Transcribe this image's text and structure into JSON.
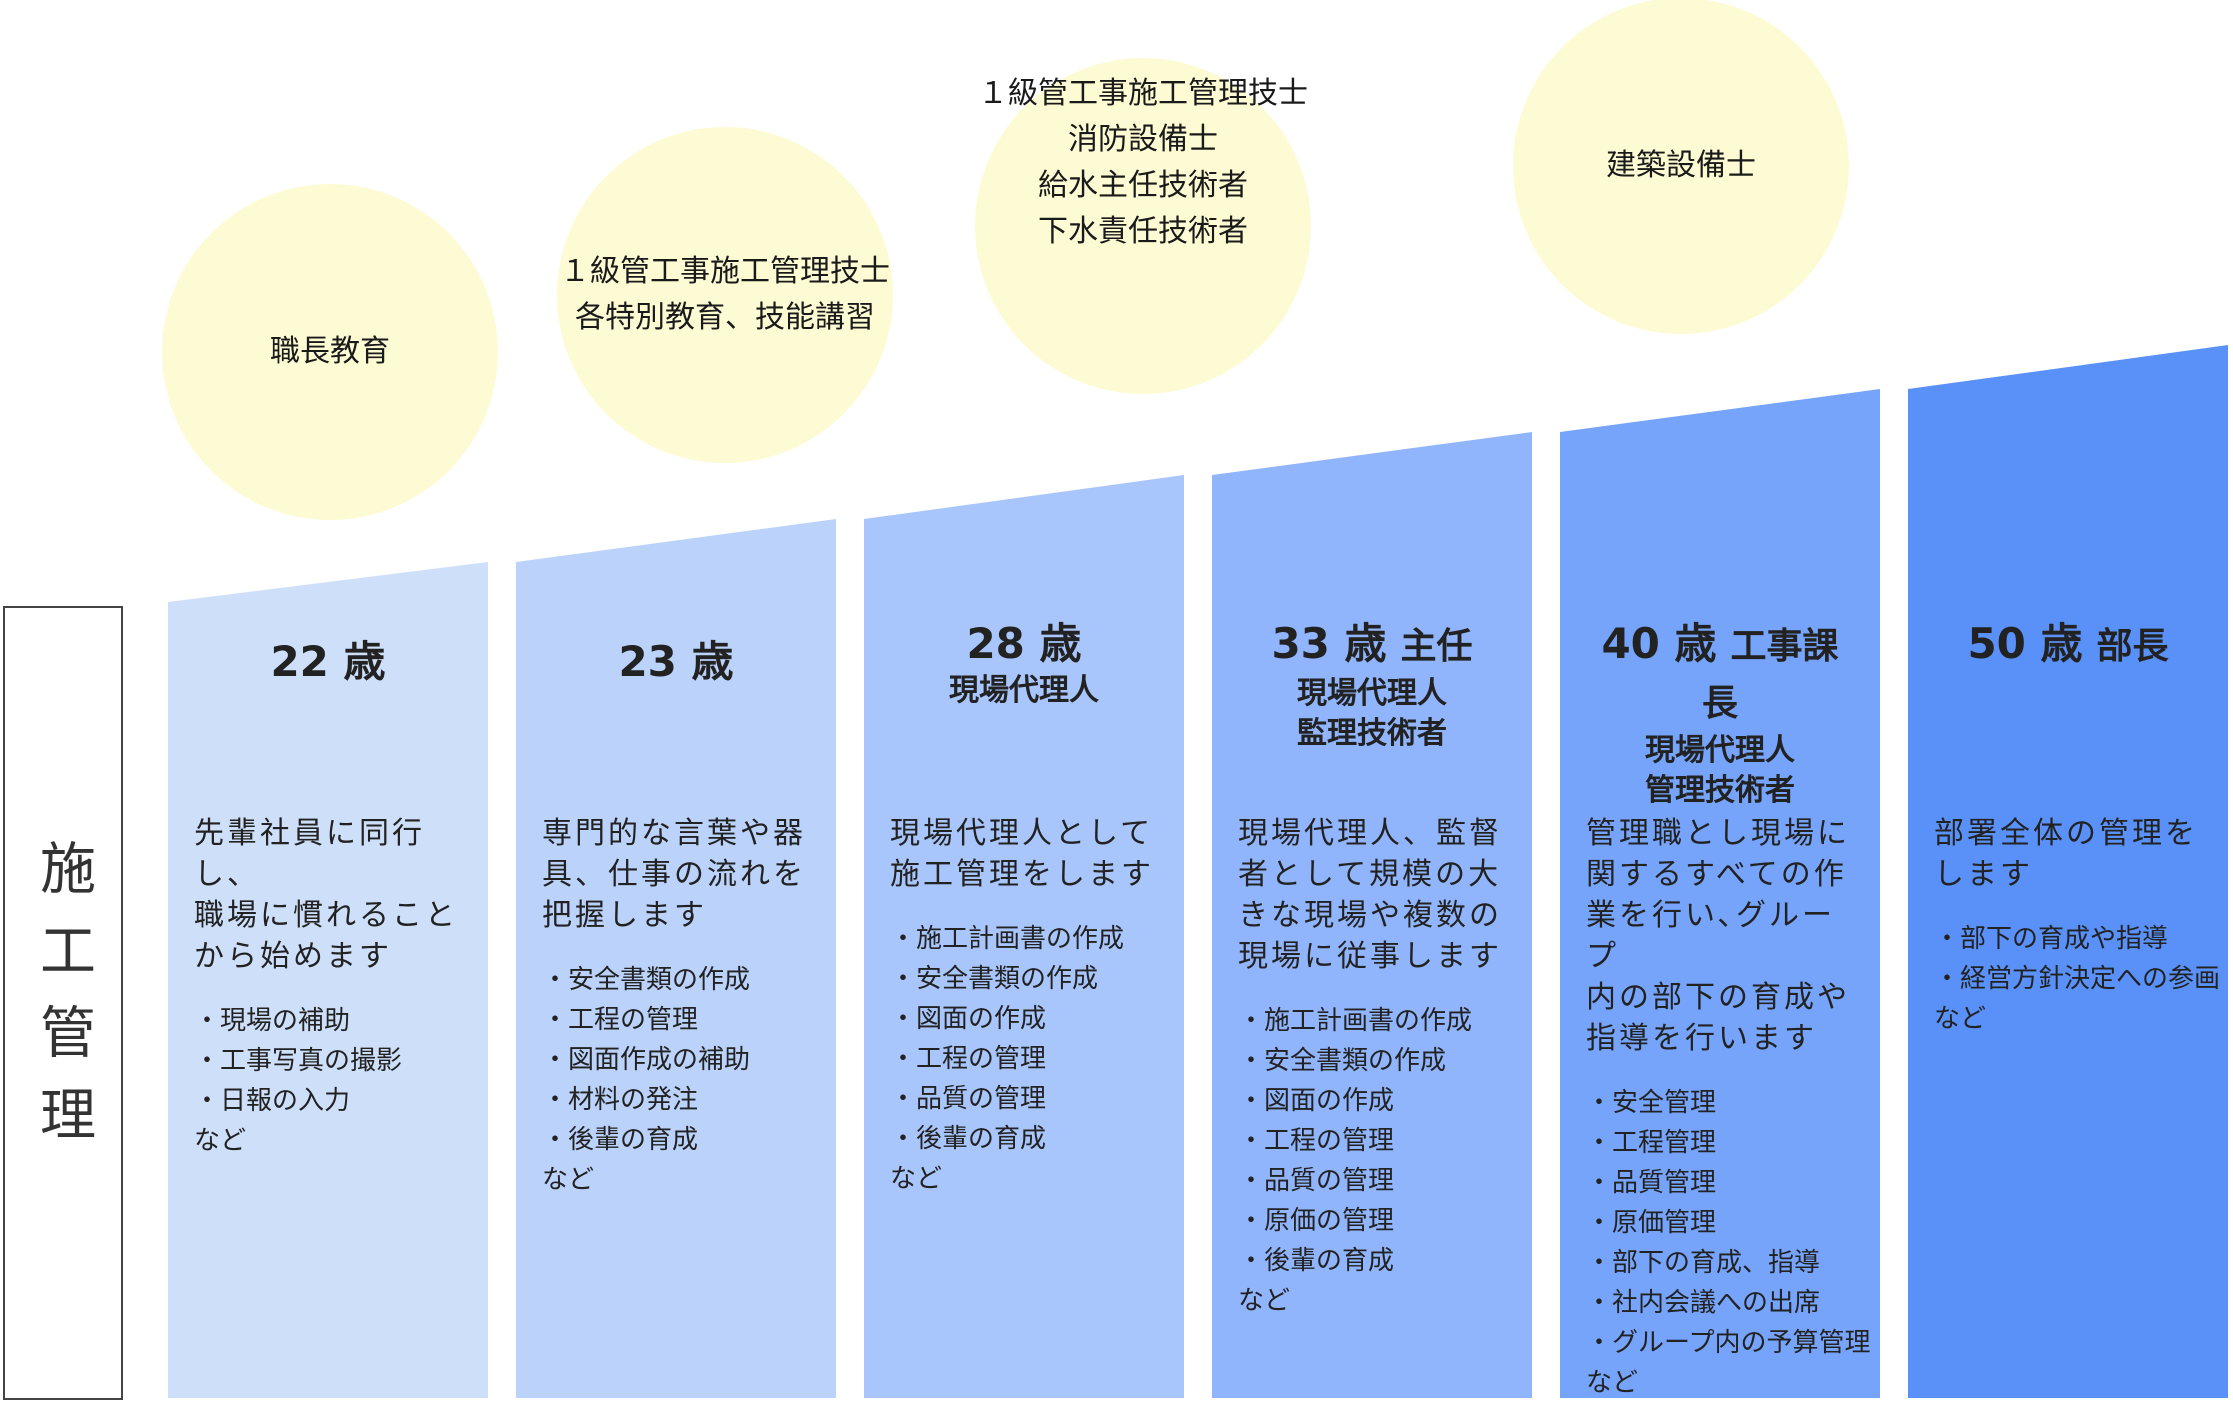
{
  "side_label": "施工管理",
  "colors": {
    "bubble": "#fdfbd3",
    "columns": [
      "#cedff9",
      "#bbd2fb",
      "#a9c6fc",
      "#91b5fc",
      "#76a4fb",
      "#5a91f8"
    ]
  },
  "bubbles": [
    {
      "lines": [
        "職長教育"
      ]
    },
    {
      "lines": [
        "１級管工事施工管理技士",
        "各特別教育、技能講習"
      ]
    },
    {
      "lines": [
        "１級管工事施工管理技士",
        "消防設備士",
        "給水主任技術者",
        "下水責任技術者"
      ]
    },
    {
      "lines": [
        "建築設備士"
      ]
    }
  ],
  "stages": [
    {
      "age": "22 歳",
      "title": "",
      "roles": [],
      "description": [
        "先輩社員に同行し、",
        "職場に慣れること",
        "から始めます"
      ],
      "tasks": [
        "・現場の補助",
        "・工事写真の撮影",
        "・日報の入力"
      ],
      "etc": "など"
    },
    {
      "age": "23 歳",
      "title": "",
      "roles": [],
      "description": [
        "専門的な言葉や器",
        "具、仕事の流れを",
        "把握します"
      ],
      "tasks": [
        "・安全書類の作成",
        "・工程の管理",
        "・図面作成の補助",
        "・材料の発注",
        "・後輩の育成"
      ],
      "etc": "など"
    },
    {
      "age": "28 歳",
      "title": "",
      "roles": [
        "現場代理人"
      ],
      "description": [
        "現場代理人として",
        "施工管理をします"
      ],
      "tasks": [
        "・施工計画書の作成",
        "・安全書類の作成",
        "・図面の作成",
        "・工程の管理",
        "・品質の管理",
        "・後輩の育成"
      ],
      "etc": "など"
    },
    {
      "age": "33 歳",
      "title": "主任",
      "roles": [
        "現場代理人",
        "監理技術者"
      ],
      "description": [
        "現場代理人、監督",
        "者として規模の大",
        "きな現場や複数の",
        "現場に従事します"
      ],
      "tasks": [
        "・施工計画書の作成",
        "・安全書類の作成",
        "・図面の作成",
        "・工程の管理",
        "・品質の管理",
        "・原価の管理",
        "・後輩の育成"
      ],
      "etc": "など"
    },
    {
      "age": "40 歳",
      "title": "工事課長",
      "roles": [
        "現場代理人",
        "管理技術者"
      ],
      "description": [
        "管理職とし現場に",
        "関するすべての作",
        "業を行い､グループ",
        "内の部下の育成や",
        "指導を行います"
      ],
      "tasks": [
        "・安全管理",
        "・工程管理",
        "・品質管理",
        "・原価管理",
        "・部下の育成、指導",
        "・社内会議への出席",
        "・グループ内の予算管理"
      ],
      "etc": "など"
    },
    {
      "age": "50 歳",
      "title": "部長",
      "roles": [],
      "description": [
        "部署全体の管理を",
        "します"
      ],
      "tasks": [
        "・部下の育成や指導",
        "・経営方針決定への参画"
      ],
      "etc": "など"
    }
  ]
}
